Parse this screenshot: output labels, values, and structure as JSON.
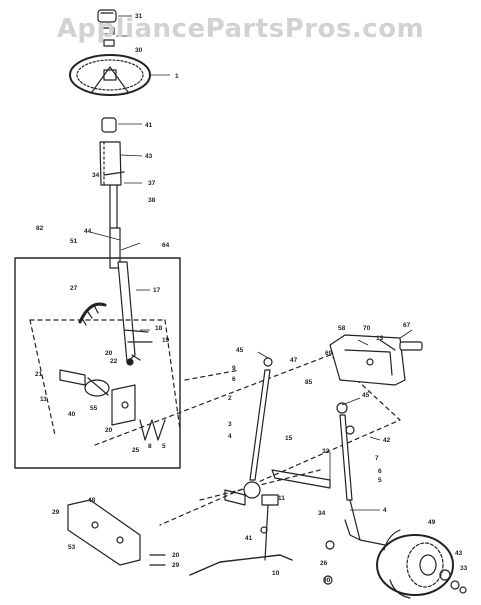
{
  "watermark": "AppliancePartsPros.com",
  "callouts": [
    {
      "id": "c31",
      "label": "31"
    },
    {
      "id": "c30",
      "label": "30"
    },
    {
      "id": "c1",
      "label": "1"
    },
    {
      "id": "c41a",
      "label": "41"
    },
    {
      "id": "c43",
      "label": "43"
    },
    {
      "id": "c34",
      "label": "34"
    },
    {
      "id": "c37",
      "label": "37"
    },
    {
      "id": "c38",
      "label": "38"
    },
    {
      "id": "c82",
      "label": "82"
    },
    {
      "id": "c44",
      "label": "44"
    },
    {
      "id": "c51",
      "label": "51"
    },
    {
      "id": "c64",
      "label": "64"
    },
    {
      "id": "c27",
      "label": "27"
    },
    {
      "id": "c17",
      "label": "17"
    },
    {
      "id": "c18",
      "label": "18"
    },
    {
      "id": "c19",
      "label": "19"
    },
    {
      "id": "c20a",
      "label": "20"
    },
    {
      "id": "c22",
      "label": "22"
    },
    {
      "id": "c21",
      "label": "21"
    },
    {
      "id": "c11",
      "label": "11"
    },
    {
      "id": "c40",
      "label": "40"
    },
    {
      "id": "c55",
      "label": "55"
    },
    {
      "id": "c20b",
      "label": "20"
    },
    {
      "id": "c25",
      "label": "25"
    },
    {
      "id": "c8",
      "label": "8"
    },
    {
      "id": "c5a",
      "label": "5"
    },
    {
      "id": "c45a",
      "label": "45"
    },
    {
      "id": "c9",
      "label": "9"
    },
    {
      "id": "c6a",
      "label": "6"
    },
    {
      "id": "c2",
      "label": "2"
    },
    {
      "id": "c3",
      "label": "3"
    },
    {
      "id": "c4a",
      "label": "4"
    },
    {
      "id": "c47",
      "label": "47"
    },
    {
      "id": "c85",
      "label": "85"
    },
    {
      "id": "c58",
      "label": "58"
    },
    {
      "id": "c70",
      "label": "70"
    },
    {
      "id": "c13",
      "label": "13"
    },
    {
      "id": "c67",
      "label": "67"
    },
    {
      "id": "c69",
      "label": "69"
    },
    {
      "id": "c45b",
      "label": "45"
    },
    {
      "id": "c42",
      "label": "42"
    },
    {
      "id": "c15",
      "label": "15"
    },
    {
      "id": "c32",
      "label": "32"
    },
    {
      "id": "c7",
      "label": "7"
    },
    {
      "id": "c6b",
      "label": "6"
    },
    {
      "id": "c5b",
      "label": "5"
    },
    {
      "id": "c4b",
      "label": "4"
    },
    {
      "id": "c11b",
      "label": "11"
    },
    {
      "id": "c41b",
      "label": "41"
    },
    {
      "id": "c10",
      "label": "10"
    },
    {
      "id": "c48",
      "label": "48"
    },
    {
      "id": "c29a",
      "label": "29"
    },
    {
      "id": "c53",
      "label": "53"
    },
    {
      "id": "c20c",
      "label": "20"
    },
    {
      "id": "c29b",
      "label": "29"
    },
    {
      "id": "c34b",
      "label": "34"
    },
    {
      "id": "c26",
      "label": "26"
    },
    {
      "id": "c30b",
      "label": "30"
    },
    {
      "id": "c49",
      "label": "49"
    },
    {
      "id": "c43b",
      "label": "43"
    },
    {
      "id": "c33",
      "label": "33"
    }
  ]
}
